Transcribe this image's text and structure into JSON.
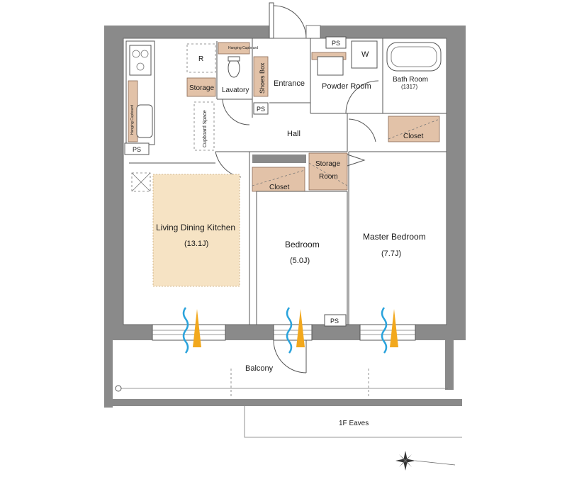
{
  "labels": {
    "ps": "PS",
    "r": "R",
    "w": "W",
    "hanging_cupboard": "Hanging Cupboard",
    "storage": "Storage",
    "lavatory": "Lavatory",
    "shoes_box": "Shoes Box",
    "entrance": "Entrance",
    "powder_room": "Powder Room",
    "bath_room": "Bath Room",
    "bath_size": "(1317)",
    "cupboard_space": "Cupboard Space",
    "hall": "Hall",
    "closet": "Closet",
    "storage_room_1": "Storage",
    "storage_room_2": "Room",
    "ldk": "Living Dining Kitchen",
    "ldk_size": "(13.1J)",
    "bedroom": "Bedroom",
    "bedroom_size": "(5.0J)",
    "master_bedroom": "Master Bedroom",
    "master_bedroom_size": "(7.7J)",
    "balcony": "Balcony",
    "eaves": "1F Eaves"
  },
  "colors": {
    "wall": "#8a8a8a",
    "storage_fill": "#e2c2a8",
    "ldk_fill": "#f6e3c4",
    "wind_blue": "#2aa3dc",
    "sun_orange": "#f2a81d"
  },
  "icons": [
    "compass-icon",
    "airflow-icon",
    "sunlight-icon",
    "door-swing-icon",
    "stove-icon",
    "sink-icon",
    "toilet-icon",
    "bathtub-icon",
    "washer-icon"
  ]
}
